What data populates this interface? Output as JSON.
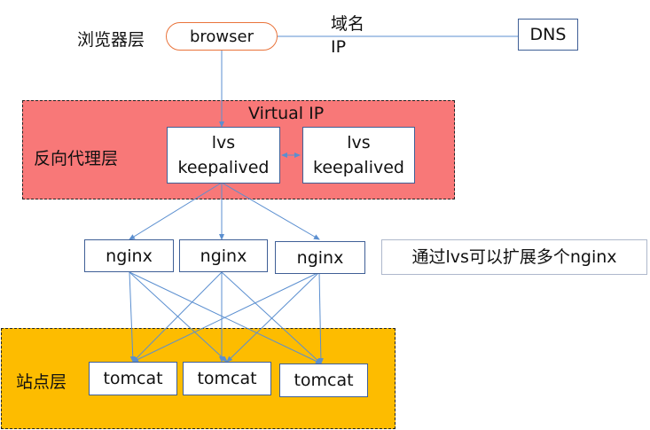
{
  "browser_layer": {
    "label": "浏览器层",
    "node": "browser"
  },
  "dns": {
    "node": "DNS",
    "edge_label_top": "域名",
    "edge_label_bottom": "IP"
  },
  "proxy_layer": {
    "label": "反向代理层",
    "vip_label": "Virtual IP",
    "nodes": [
      {
        "line1": "lvs",
        "line2": "keepalived"
      },
      {
        "line1": "lvs",
        "line2": "keepalived"
      }
    ]
  },
  "nginx_layer": {
    "nodes": [
      "nginx",
      "nginx",
      "nginx"
    ],
    "note": "通过lvs可以扩展多个nginx"
  },
  "site_layer": {
    "label": "站点层",
    "nodes": [
      "tomcat",
      "tomcat",
      "tomcat"
    ]
  },
  "colors": {
    "proxy_zone": "#f87878",
    "site_zone": "#fdbc00",
    "connector": "#5b8fd0",
    "browser_border": "#e9733a"
  }
}
